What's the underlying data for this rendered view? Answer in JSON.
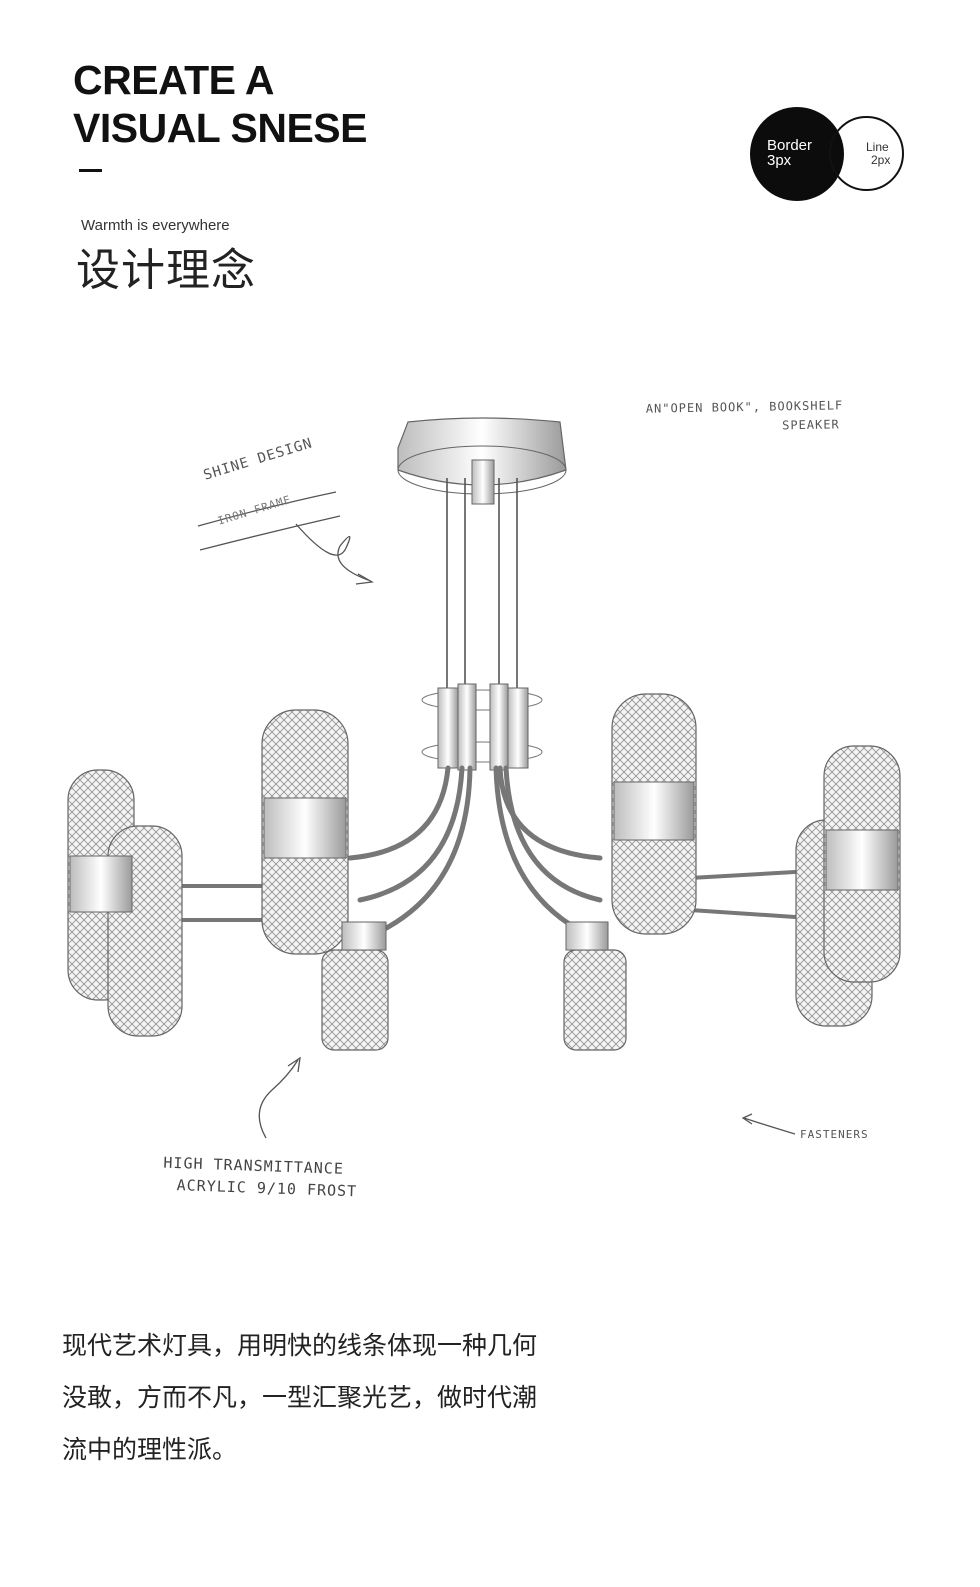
{
  "header": {
    "headline_line1": "CREATE A",
    "headline_line2": "VISUAL SNESE",
    "tagline": "Warmth is everywhere",
    "title_cn": "设计理念"
  },
  "badges": {
    "border_label": "Border",
    "border_value": "3px",
    "line_label": "Line",
    "line_value": "2px"
  },
  "annotations": {
    "open_book_line1": "AN\"OPEN BOOK\", BOOKSHELF",
    "open_book_line2": "SPEAKER",
    "shine_design": "SHINE DESIGN",
    "iron_frame": "IRON FRAME",
    "acrylic_line1": "HIGH TRANSMITTANCE",
    "acrylic_line2": "ACRYLIC 9/10 FROST",
    "fasteners": "FASTENERS"
  },
  "description": {
    "line1": "现代艺术灯具，用明快的线条体现一种几何",
    "line2": "没敢，方而不凡，一型汇聚光艺，做时代潮",
    "line3": "流中的理性派。"
  },
  "colors": {
    "ink": "#111111",
    "sketch": "#666666",
    "crystal": "#9a9a9a",
    "background": "#ffffff"
  }
}
